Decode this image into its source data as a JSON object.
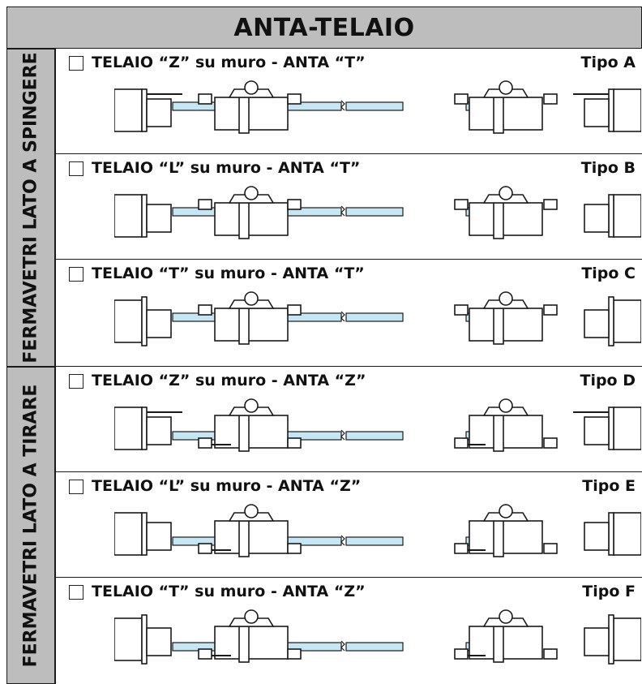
{
  "header": {
    "title": "ANTA-TELAIO"
  },
  "sections": [
    {
      "label": "FERMAVETRI LATO A SPINGERE"
    },
    {
      "label": "FERMAVETRI LATO A TIRARE"
    }
  ],
  "options": [
    {
      "label": "TELAIO “Z” su muro - ANTA “T”",
      "tipo": "Tipo A",
      "frame": "Z",
      "sash": "T"
    },
    {
      "label": "TELAIO “L” su muro - ANTA “T”",
      "tipo": "Tipo B",
      "frame": "L",
      "sash": "T"
    },
    {
      "label": "TELAIO “T” su muro - ANTA “T”",
      "tipo": "Tipo C",
      "frame": "T",
      "sash": "T"
    },
    {
      "label": "TELAIO “Z” su muro - ANTA “Z”",
      "tipo": "Tipo D",
      "frame": "Z",
      "sash": "Z"
    },
    {
      "label": "TELAIO “L” su muro - ANTA “Z”",
      "tipo": "Tipo E",
      "frame": "L",
      "sash": "Z"
    },
    {
      "label": "TELAIO “T” su muro - ANTA “Z”",
      "tipo": "Tipo F",
      "frame": "T",
      "sash": "Z"
    }
  ],
  "colors": {
    "header_bg": "#bdbdbd",
    "glass": "#c6e6f4",
    "wall": "#ffffff",
    "line": "#1a1a1a"
  },
  "icons": {
    "checkbox": "checkbox-icon",
    "handle": "window-handle-icon",
    "glass_break": "glass-break-icon"
  }
}
